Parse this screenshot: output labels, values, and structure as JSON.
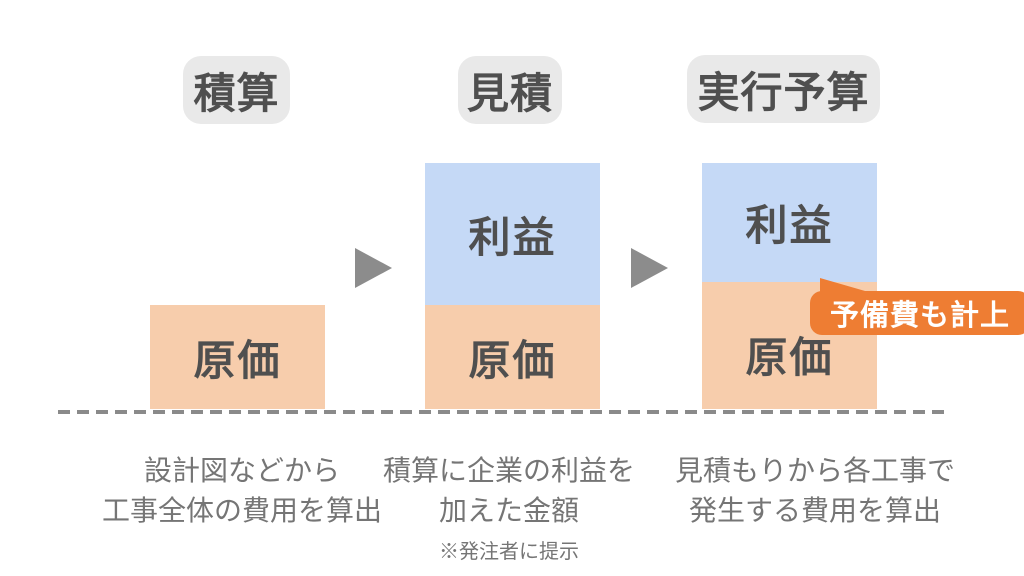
{
  "colors": {
    "cost_fill": "#F7CDAC",
    "profit_fill": "#C5D9F6",
    "badge_bg": "#E9E9E9",
    "callout_bg": "#EE7D33",
    "callout_text": "#FFFFFF",
    "arrow_gray": "#8C8C8C",
    "dash_gray": "#8A8A8A",
    "label_text": "#4F4F4F",
    "description_text": "#757575"
  },
  "icons": {
    "arrow_right": "▶"
  },
  "columns": [
    {
      "badge": "積算",
      "segments": [
        {
          "name": "cost",
          "label": "原価"
        }
      ],
      "description": [
        "設計図などから",
        "工事全体の費用を算出"
      ]
    },
    {
      "badge": "見積",
      "segments": [
        {
          "name": "profit",
          "label": "利益"
        },
        {
          "name": "cost",
          "label": "原価"
        }
      ],
      "description": [
        "積算に企業の利益を",
        "加えた金額"
      ],
      "note": "※発注者に提示"
    },
    {
      "badge": "実行予算",
      "segments": [
        {
          "name": "profit",
          "label": "利益"
        },
        {
          "name": "cost",
          "label": "原価"
        }
      ],
      "description": [
        "見積もりから各工事で",
        "発生する費用を算出"
      ],
      "callout": "予備費も計上"
    }
  ]
}
